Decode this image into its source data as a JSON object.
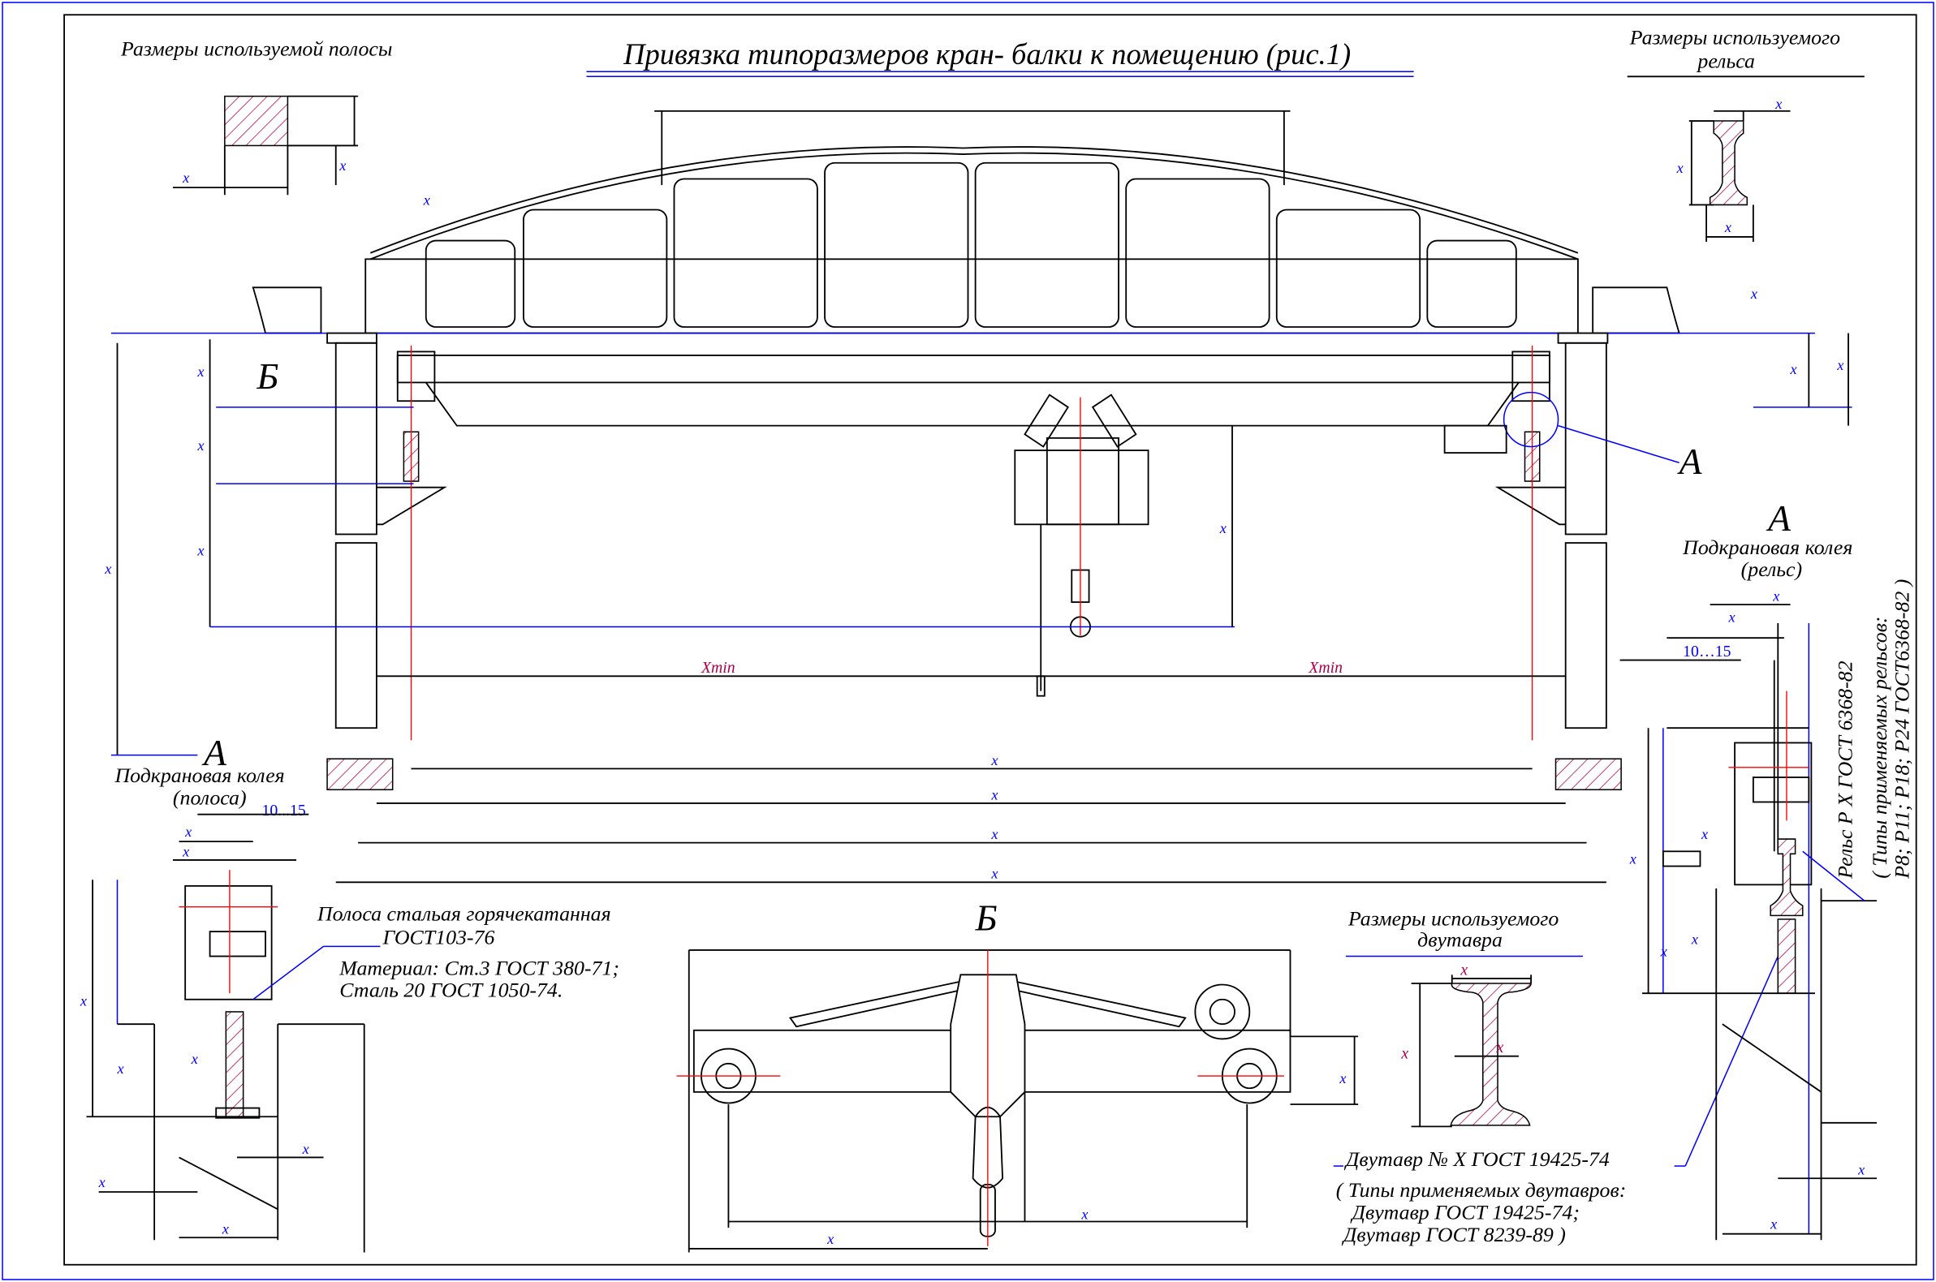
{
  "title": "Привязка типоразмеров кран- балки к помещению (рис.1)",
  "strip_sizes": {
    "title": "Размеры используемой полосы"
  },
  "rail_sizes": {
    "line1": "Размеры используемого",
    "line2": "рельса"
  },
  "beam_sizes": {
    "line1": "Размеры используемого",
    "line2": "двутавра"
  },
  "views": {
    "a": "А",
    "b": "Б"
  },
  "track_strip": {
    "line1": "Подкрановая колея",
    "line2": "(полоса)",
    "gap": "10...15"
  },
  "track_rail": {
    "line1": "Подкрановая колея",
    "line2": "(рельс)",
    "gap": "10…15"
  },
  "strip_note": {
    "line1": "Полоса стальая горячекатанная",
    "line2": "ГОСТ103-76",
    "line3": "Материал: Ст.3 ГОСТ 380-71;",
    "line4": "Сталь 20 ГОСТ 1050-74."
  },
  "beam_note": {
    "line1": "Двутавр   № Х   ГОСТ 19425-74",
    "line2": "( Типы применяемых двутавров:",
    "line3": "Двутавр ГОСТ 19425-74;",
    "line4": "Двутавр  ГОСТ  8239-89 )"
  },
  "rail_note": {
    "line1": "Рельс Р Х  ГОСТ 6368-82",
    "line2": "( Типы применяемых рельсов:",
    "line3": "Р8; Р11; Р18; Р24 ГОСТ6368-82 )"
  },
  "dims": {
    "x": "x",
    "xmin": "Xmin"
  }
}
